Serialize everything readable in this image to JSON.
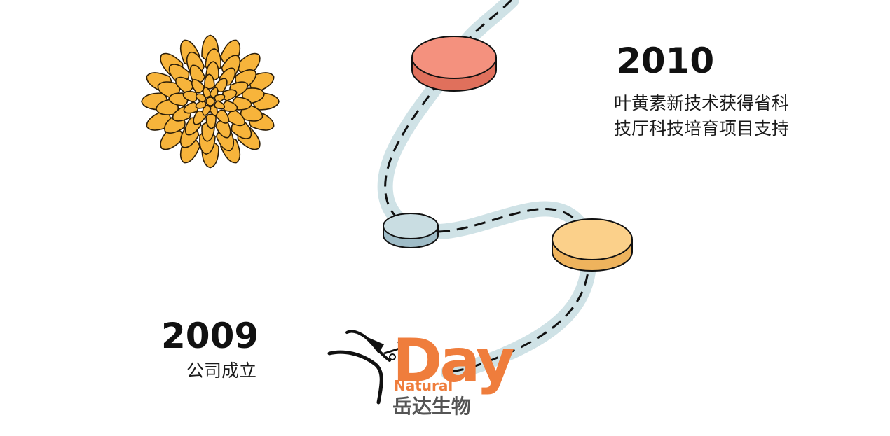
{
  "milestones": [
    {
      "year": "2010",
      "lines": [
        "叶黄素新技术获得省科",
        "技厅科技培育项目支持"
      ]
    },
    {
      "year": "2009",
      "lines": [
        "公司成立"
      ]
    }
  ],
  "logo": {
    "word": "Day",
    "sub": "Natural",
    "cn": "岳达生物"
  },
  "colors": {
    "road": "#cfe2e6",
    "dash": "#111111",
    "disc_red": "#f4917e",
    "disc_red_side": "#e0705c",
    "disc_blue": "#c9dde2",
    "disc_blue_side": "#9fbcc7",
    "disc_yellow": "#fbd08a",
    "disc_yellow_side": "#eeb35d",
    "flower": "#f7b43b",
    "logo_orange": "#ef7d3c",
    "logo_gray": "#555555"
  }
}
